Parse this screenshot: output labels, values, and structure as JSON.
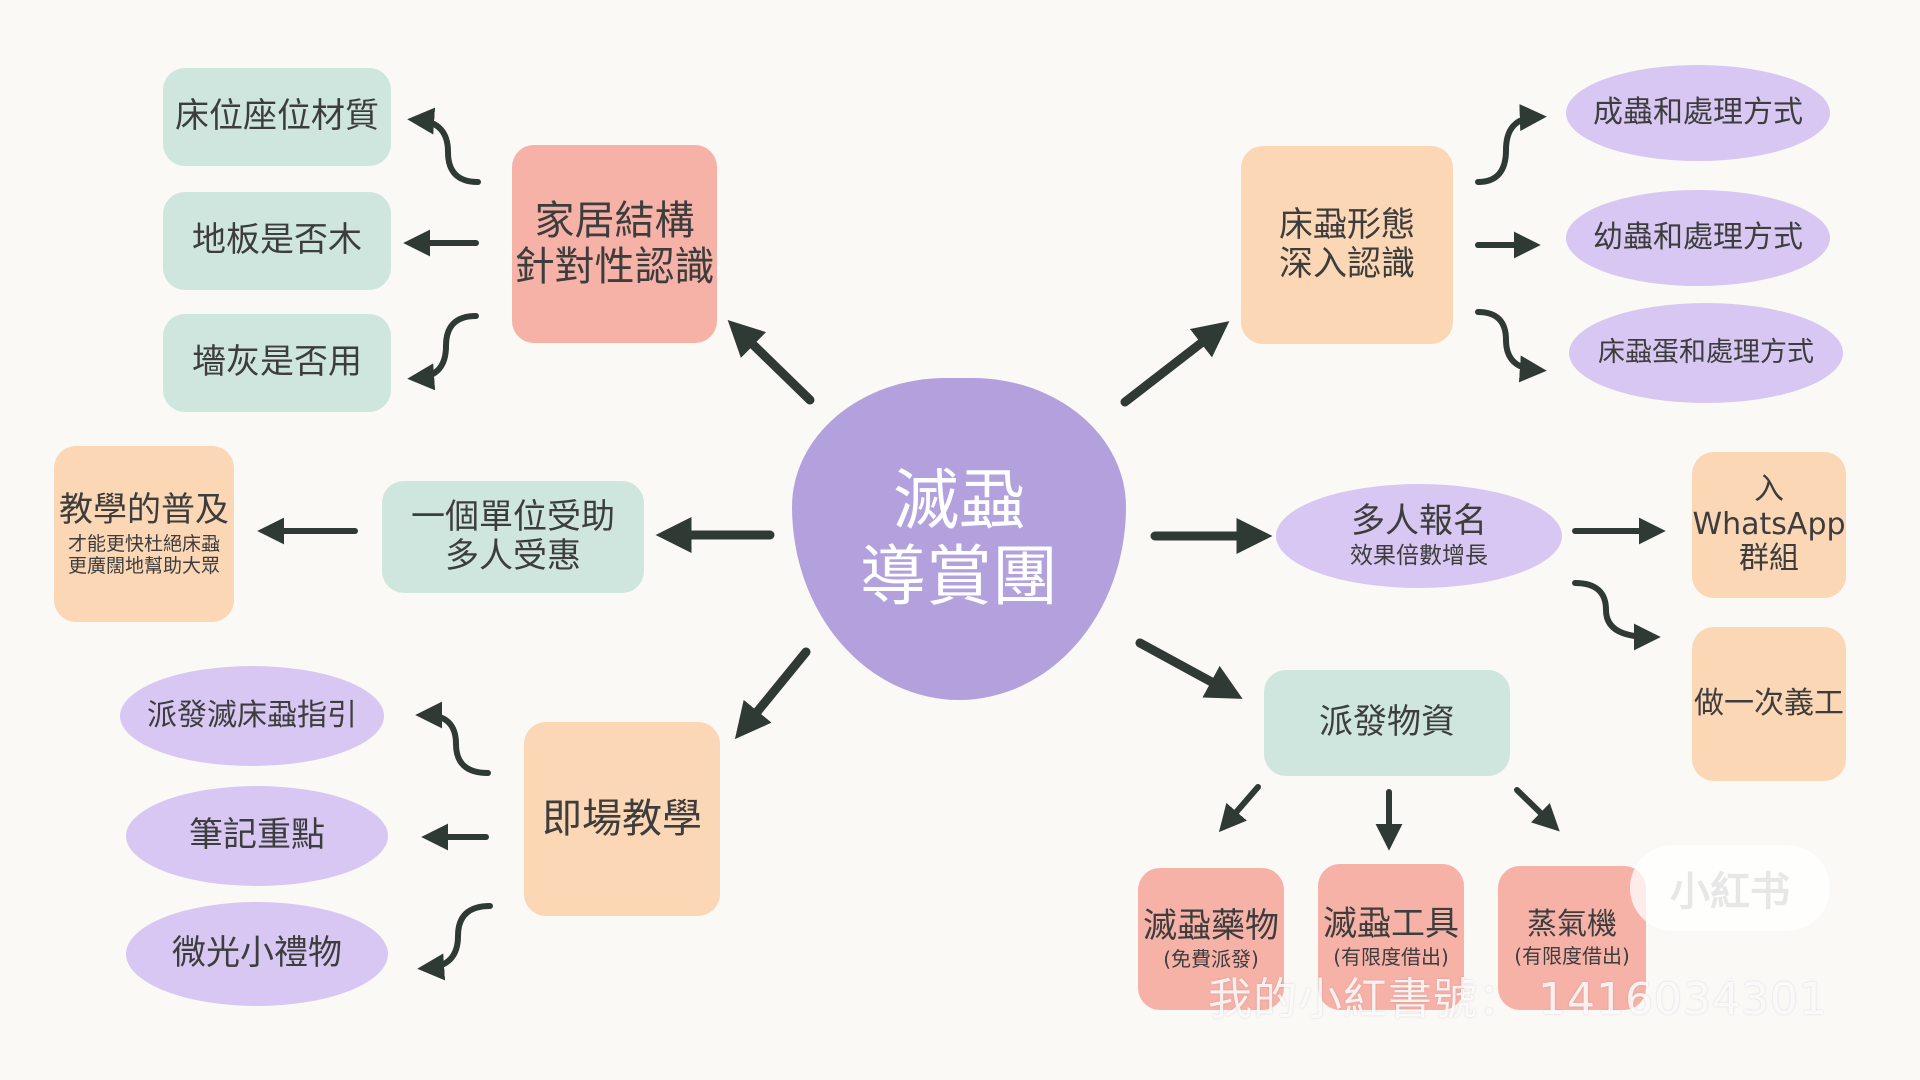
{
  "center": {
    "line1": "滅蝨",
    "line2": "導賞團"
  },
  "home_structure": {
    "title_line1": "家居結構",
    "title_line2": "針對性認識",
    "items": [
      "床位座位材質",
      "地板是否木",
      "墻灰是否用"
    ]
  },
  "bedbug_forms": {
    "title_line1": "床蝨形態",
    "title_line2": "深入認識",
    "items": [
      "成蟲和處理方式",
      "幼蟲和處理方式",
      "床蝨蛋和處理方式"
    ]
  },
  "one_unit": {
    "title_line1": "一個單位受助",
    "title_line2": "多人受惠",
    "result_title": "教學的普及",
    "result_line1": "才能更快杜絕床蝨",
    "result_line2": "更廣闊地幫助大眾"
  },
  "signup": {
    "title": "多人報名",
    "subtitle": "效果倍數增長",
    "items": [
      {
        "line1": "入WhatsApp",
        "line2": "群組"
      },
      {
        "line1": "做一次義工",
        "line2": ""
      }
    ]
  },
  "onsite": {
    "title": "即場教學",
    "items": [
      "派發滅床蝨指引",
      "筆記重點",
      "微光小禮物"
    ]
  },
  "supplies": {
    "title": "派發物資",
    "items": [
      {
        "name": "滅蝨藥物",
        "note": "(免費派發)"
      },
      {
        "name": "滅蝨工具",
        "note": "(有限度借出)"
      },
      {
        "name": "蒸氣機",
        "note": "(有限度借出)"
      }
    ]
  },
  "watermark": "我的小紅書號： 1416034301",
  "logo_text": "小紅书"
}
